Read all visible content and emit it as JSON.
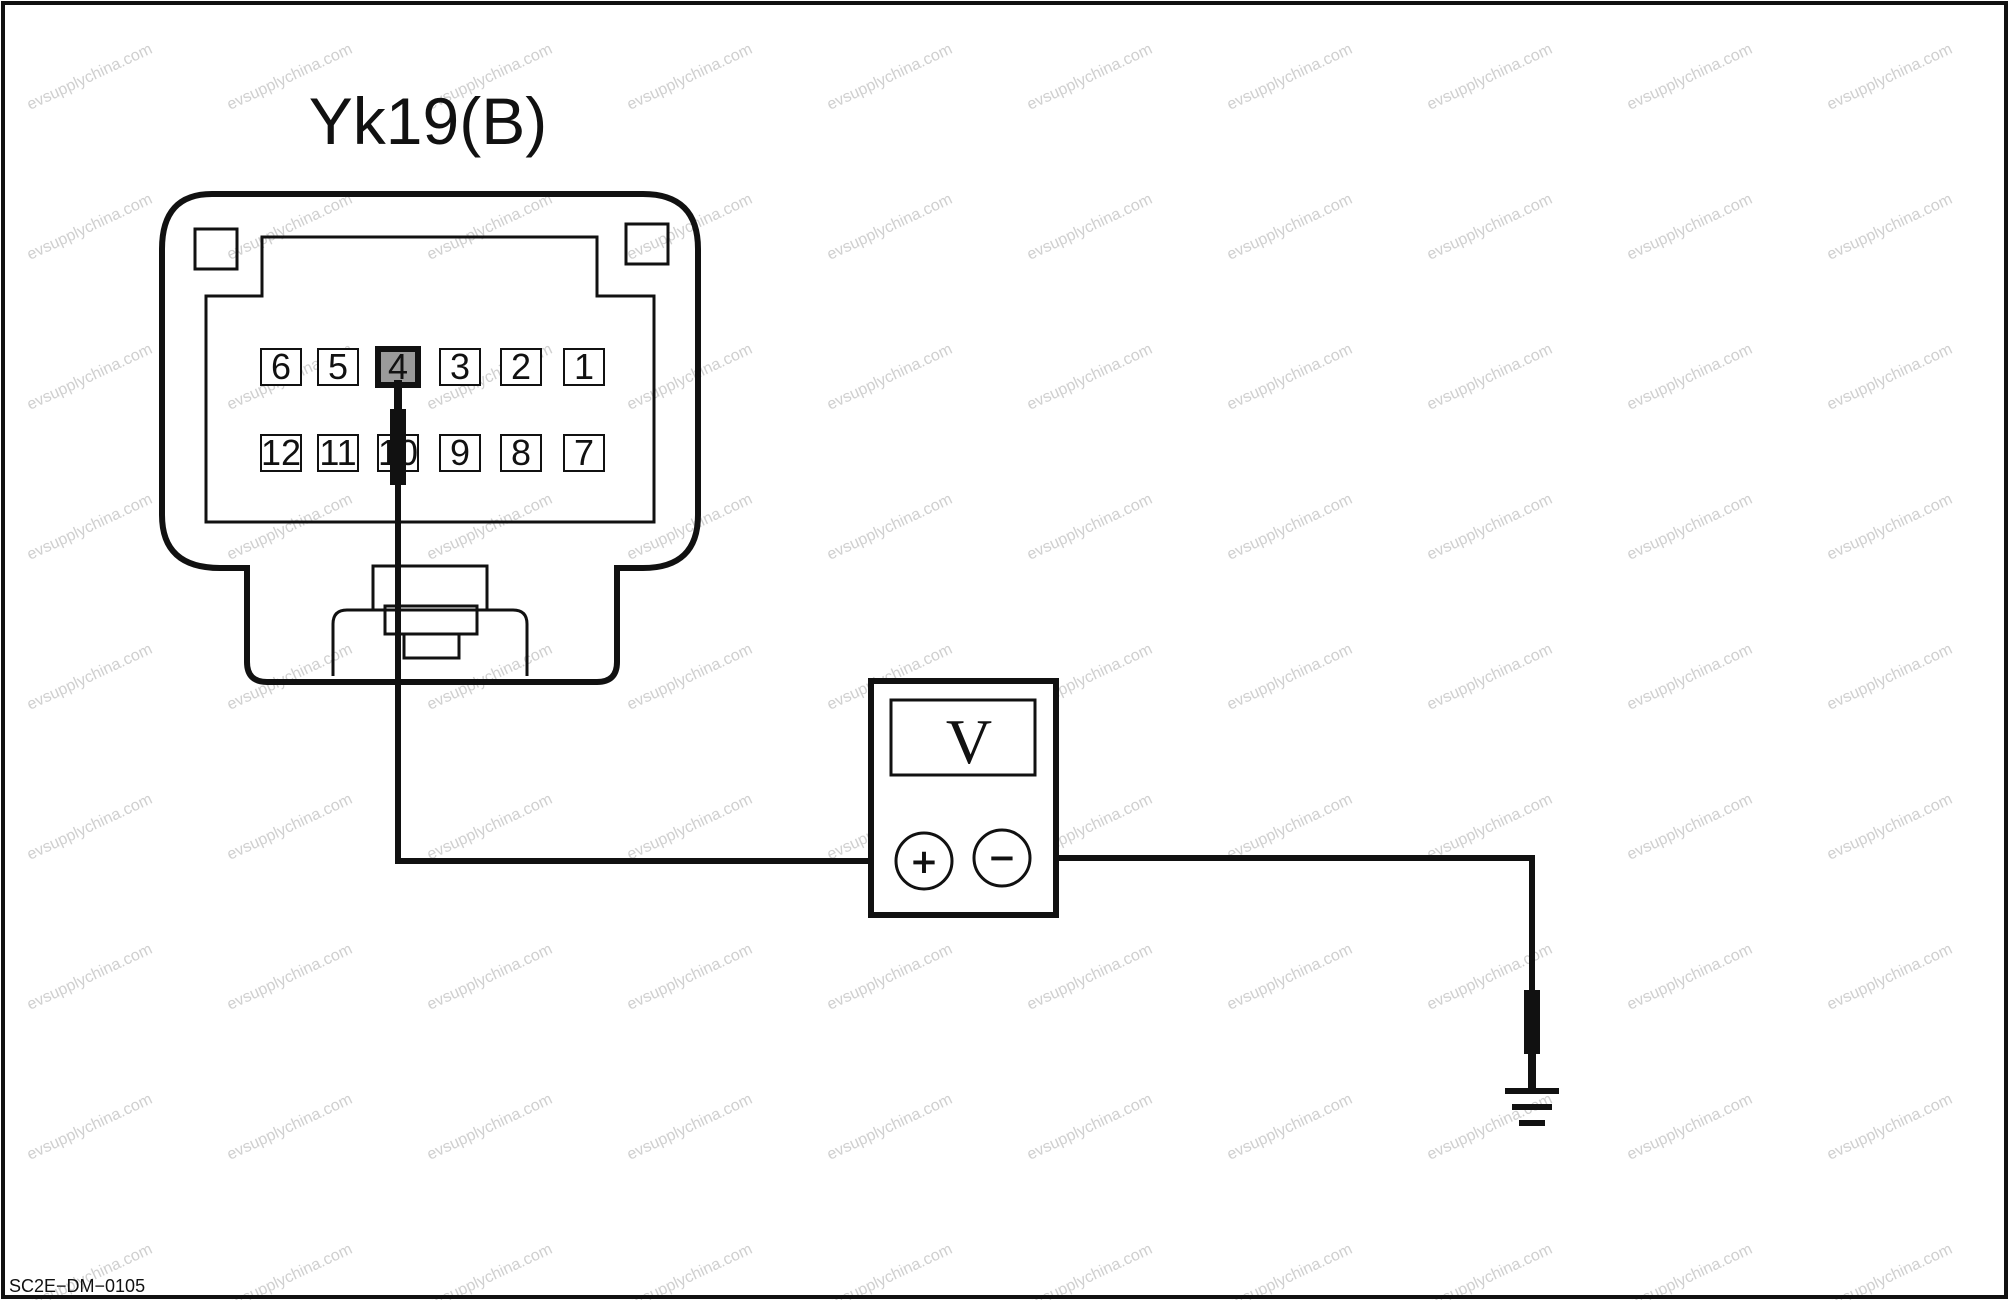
{
  "connector": {
    "name": "Yk19(B)",
    "top_row_pins": [
      "6",
      "5",
      "4",
      "3",
      "2",
      "1"
    ],
    "bottom_row_pins": [
      "12",
      "11",
      "10",
      "9",
      "8",
      "7"
    ],
    "probed_pin": "4"
  },
  "meter": {
    "symbol": "V",
    "positive_terminal": "+",
    "negative_terminal": "−"
  },
  "doc_code": "SC2E−DM−0105",
  "watermark": "evsupplychina.com",
  "colors": {
    "line": "#111111",
    "highlight_pin": "#9a9a9a",
    "watermark": "#cfcfcf"
  }
}
